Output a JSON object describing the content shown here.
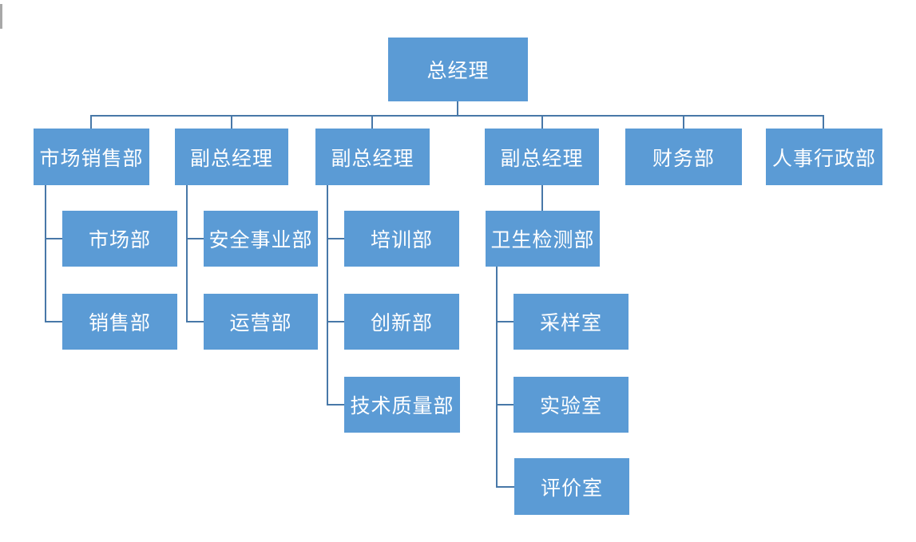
{
  "colors": {
    "box_fill": "#5B9BD5",
    "box_text": "#FFFFFF",
    "connector": "#4878A8",
    "page_edge": "#A8A8A8",
    "page_background": "#FFFFFF"
  },
  "org": {
    "root": {
      "label": "总经理",
      "children": [
        {
          "label": "市场销售部",
          "children": [
            {
              "label": "市场部"
            },
            {
              "label": "销售部"
            }
          ]
        },
        {
          "label": "副总经理",
          "children": [
            {
              "label": "安全事业部"
            },
            {
              "label": "运营部"
            }
          ]
        },
        {
          "label": "副总经理",
          "children": [
            {
              "label": "培训部"
            },
            {
              "label": "创新部"
            },
            {
              "label": "技术质量部"
            }
          ]
        },
        {
          "label": "副总经理",
          "children": [
            {
              "label": "卫生检测部",
              "children": [
                {
                  "label": "采样室"
                },
                {
                  "label": "实验室"
                },
                {
                  "label": "评价室"
                }
              ]
            }
          ]
        },
        {
          "label": "财务部"
        },
        {
          "label": "人事行政部"
        }
      ]
    }
  }
}
